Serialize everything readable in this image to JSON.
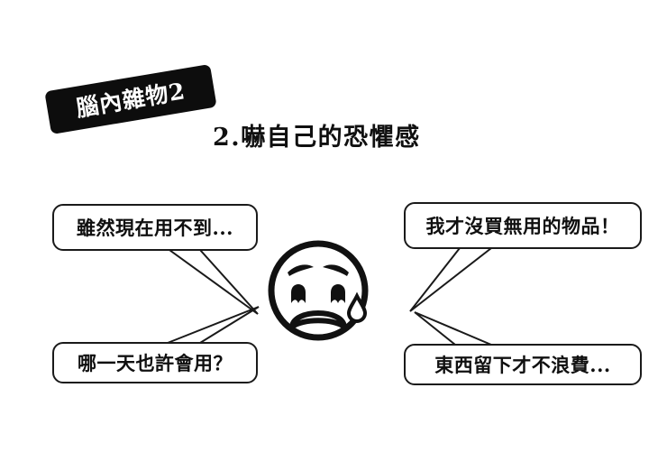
{
  "page": {
    "background_color": "#ffffff",
    "ink_color": "#101010"
  },
  "tag": {
    "label": "腦內雜物2",
    "background_color": "#0d0d0d",
    "text_color": "#ffffff",
    "rotation_degrees": -9.5
  },
  "heading": {
    "text": "2.嚇自己的恐懼感"
  },
  "bubbles": [
    {
      "id": "top-left",
      "text": "雖然現在用不到...",
      "tail_direction": "down-right"
    },
    {
      "id": "top-right",
      "text": "我才沒買無用的物品！",
      "tail_direction": "down-left"
    },
    {
      "id": "bottom-left",
      "text": "哪一天也許會用？",
      "tail_direction": "up-right"
    },
    {
      "id": "bottom-right",
      "text": "東西留下才不浪費...",
      "tail_direction": "up-left"
    }
  ],
  "face": {
    "expression": "worried-crying-face",
    "features": [
      "circle-outline",
      "left-eyebrow",
      "right-eyebrow",
      "left-eye",
      "right-eye",
      "open-frown-mouth",
      "teardrop"
    ],
    "stroke_color": "#111111"
  }
}
